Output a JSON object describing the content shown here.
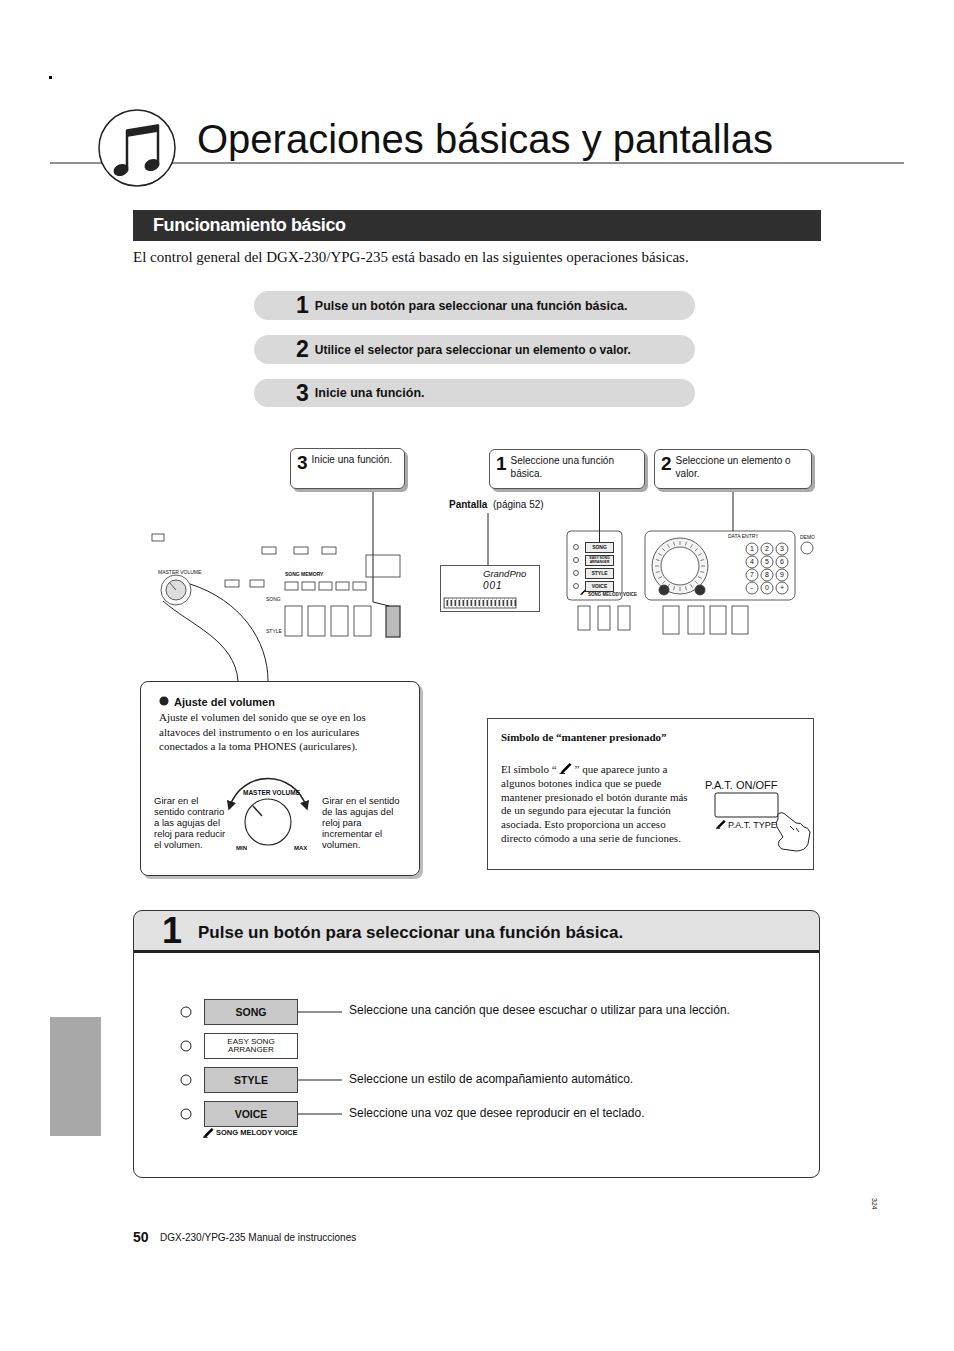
{
  "diagram": {
    "title": "Operaciones básicas y pantallas",
    "nodes": [
      {
        "text": [
          "Funcionamiento básico"
        ]
      },
      {
        "text": [
          "1",
          "Pulse un botón para seleccionar una función básica."
        ]
      },
      {
        "text": [
          "2",
          "Utilice el selector para seleccionar un elemento o valor."
        ]
      },
      {
        "text": [
          "3",
          "Inicie una función."
        ]
      },
      {
        "text": [
          "3",
          "Inicie una función."
        ]
      },
      {
        "text": [
          "1",
          "Seleccione una función básica."
        ]
      },
      {
        "text": [
          "2",
          "Seleccione un elemento o valor."
        ]
      },
      {
        "text": [
          "GrandPno",
          "001"
        ]
      },
      {
        "text": [
          "SONG"
        ]
      },
      {
        "text": [
          "EASY SONG ARRANGER"
        ]
      },
      {
        "text": [
          "STYLE"
        ]
      },
      {
        "text": [
          "VOICE"
        ]
      },
      {
        "text": [
          "Ajuste del volumen",
          "Ajuste el volumen del sonido que se oye en los altavoces del instrumento o en los auriculares conectados a la toma PHONES (auriculares)."
        ]
      },
      {
        "text": [
          "Símbolo de “mantener presionado”",
          "El símbolo “",
          "” que aparece junto a algunos botones indica que se puede mantener presionado el botón durante más de un segundo para ejecutar la función asociada. Esto proporciona un acceso directo cómodo a una serie de funciones."
        ]
      },
      {
        "text": [
          "1",
          "Pulse un botón para seleccionar una función básica."
        ]
      },
      {
        "text": [
          "SONG"
        ],
        "in": 14
      },
      {
        "text": [
          "EASY SONG ARRANGER"
        ],
        "in": 14
      },
      {
        "text": [
          "STYLE"
        ],
        "in": 14
      },
      {
        "text": [
          "VOICE"
        ],
        "in": 14
      }
    ],
    "edges": [
      {
        "from": 5,
        "to": 8,
        "arrow": "none"
      }
    ],
    "labels": [
      "El control general del DGX-230/YPG-235 está basado en las siguientes operaciones básicas.",
      "Pantalla",
      "(página 52)",
      "MASTER VOLUME",
      "SONG MEMORY",
      "SONG",
      "STYLE",
      "DATA ENTRY",
      "DEMO",
      "1",
      "2",
      "3",
      "4",
      "5",
      "6",
      "7",
      "8",
      "9",
      "-",
      "0",
      "+",
      "MASTER VOLUME",
      "MIN",
      "MAX",
      "Girar en el sentido contrario a las agujas del reloj para reducir el volumen.",
      "Girar en el sentido de las agujas del reloj para incrementar el volumen.",
      "P.A.T. ON/OFF",
      "P.A.T. TYPE",
      "SONG MELODY VOICE",
      "Seleccione una canción que desee escuchar o utilizar para una lección.",
      "Seleccione un estilo de acompañamiento automático.",
      "Seleccione una voz que desee reproducir en el teclado.",
      "SONG MELODY VOICE",
      "50",
      "DGX-230/YPG-235 Manual de instrucciones",
      "324"
    ]
  }
}
